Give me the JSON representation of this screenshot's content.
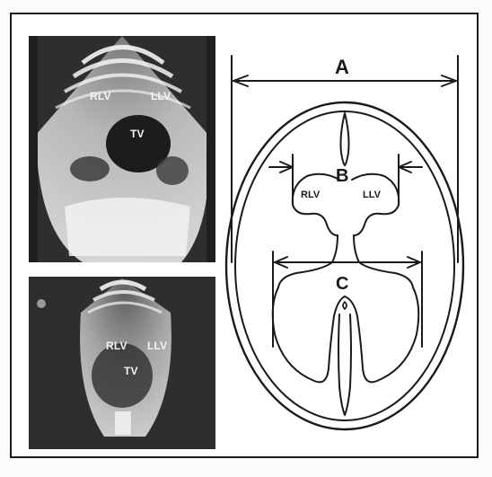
{
  "ultrasound_top": {
    "labels": {
      "rlv": "RLV",
      "llv": "LLV",
      "tv": "TV"
    }
  },
  "ultrasound_bottom": {
    "labels": {
      "rlv": "RLV",
      "llv": "LLV",
      "tv": "TV"
    }
  },
  "diagram": {
    "measure_a": "A",
    "measure_b": "B",
    "measure_c": "C",
    "rlv": "RLV",
    "llv": "LLV"
  },
  "colors": {
    "ink": "#1a1a1a",
    "scan_dark": "#2e2e2e",
    "scan_light": "#eaeaea"
  }
}
